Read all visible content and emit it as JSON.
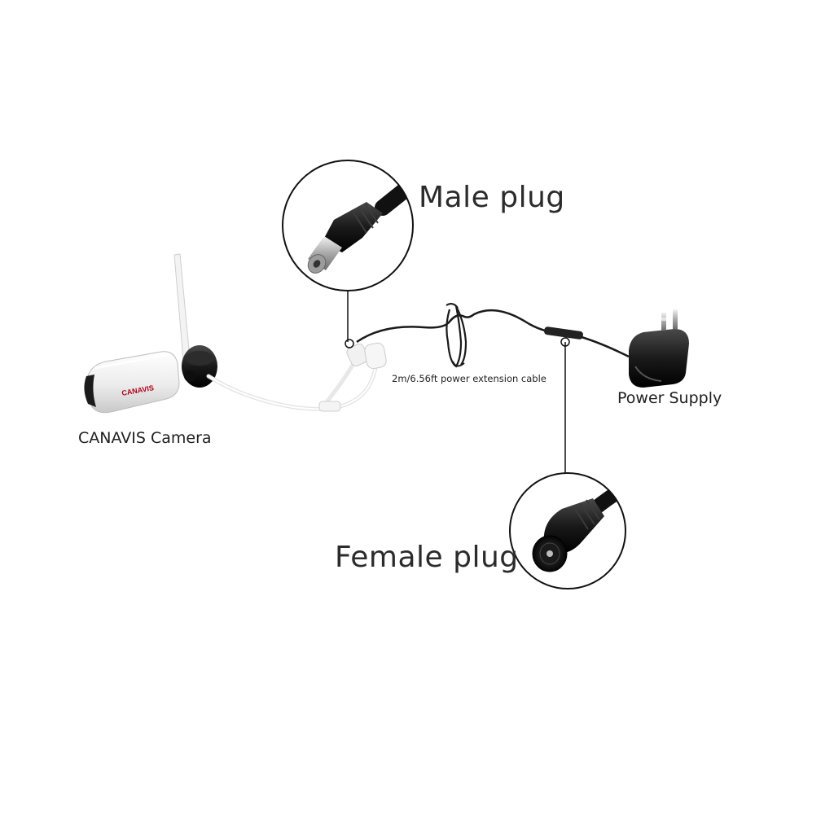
{
  "labels": {
    "male_plug": "Male plug",
    "female_plug": "Female plug",
    "camera": "CANAVIS Camera",
    "power_supply": "Power Supply",
    "cable": "2m/6.56ft power extension cable"
  },
  "camera_logo": "CANAVIS",
  "colors": {
    "cable_black": "#1a1a1a",
    "cable_white": "#eeeeee",
    "outline": "#111111",
    "text": "#2b2b2b"
  }
}
